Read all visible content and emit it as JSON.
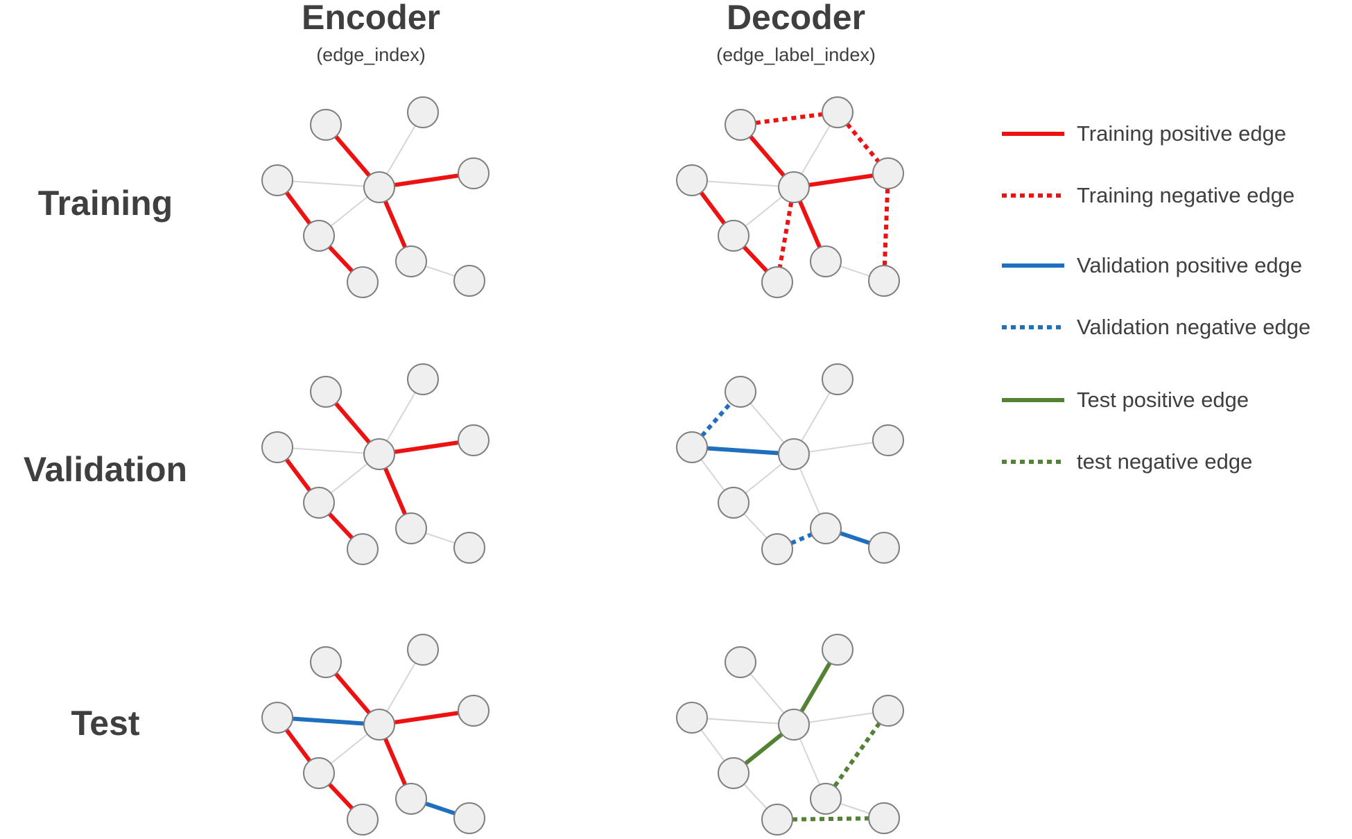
{
  "columns": [
    {
      "title": "Encoder",
      "subtitle": "(edge_index)"
    },
    {
      "title": "Decoder",
      "subtitle": "(edge_label_index)"
    }
  ],
  "rows": [
    {
      "title": "Training"
    },
    {
      "title": "Validation"
    },
    {
      "title": "Test"
    }
  ],
  "colors": {
    "training": "#ee1111",
    "validation": "#1f6fbf",
    "test": "#548235",
    "plain_edge": "#d6d6d6",
    "node_fill": "#efefef",
    "node_stroke": "#7f7f7f"
  },
  "legend": [
    {
      "label": "Training positive edge",
      "color": "#ee1111",
      "style": "solid"
    },
    {
      "label": "Training negative edge",
      "color": "#ee1111",
      "style": "dotted"
    },
    {
      "label": "Validation positive edge",
      "color": "#1f6fbf",
      "style": "solid"
    },
    {
      "label": "Validation negative edge",
      "color": "#1f6fbf",
      "style": "dotted"
    },
    {
      "label": "Test positive edge",
      "color": "#548235",
      "style": "solid"
    },
    {
      "label": "test negative edge",
      "color": "#548235",
      "style": "dotted"
    }
  ],
  "graph": {
    "nodes": [
      "A",
      "B",
      "C",
      "D",
      "E",
      "F",
      "G",
      "H",
      "I"
    ],
    "plain_edges": [
      [
        "B",
        "C"
      ],
      [
        "C",
        "D"
      ],
      [
        "C",
        "E"
      ],
      [
        "G",
        "H"
      ]
    ],
    "panels": [
      {
        "row": 0,
        "col": 0,
        "edges": [
          {
            "from": "A",
            "to": "C",
            "kind": "training",
            "style": "solid"
          },
          {
            "from": "C",
            "to": "F",
            "kind": "training",
            "style": "solid"
          },
          {
            "from": "D",
            "to": "E",
            "kind": "training",
            "style": "solid"
          },
          {
            "from": "E",
            "to": "I",
            "kind": "training",
            "style": "solid"
          },
          {
            "from": "C",
            "to": "G",
            "kind": "training",
            "style": "solid"
          }
        ]
      },
      {
        "row": 0,
        "col": 1,
        "edges": [
          {
            "from": "A",
            "to": "C",
            "kind": "training",
            "style": "solid"
          },
          {
            "from": "C",
            "to": "F",
            "kind": "training",
            "style": "solid"
          },
          {
            "from": "D",
            "to": "E",
            "kind": "training",
            "style": "solid"
          },
          {
            "from": "E",
            "to": "I",
            "kind": "training",
            "style": "solid"
          },
          {
            "from": "C",
            "to": "G",
            "kind": "training",
            "style": "solid"
          },
          {
            "from": "A",
            "to": "B",
            "kind": "training",
            "style": "dotted"
          },
          {
            "from": "B",
            "to": "F",
            "kind": "training",
            "style": "dotted"
          },
          {
            "from": "F",
            "to": "H",
            "kind": "training",
            "style": "dotted"
          },
          {
            "from": "C",
            "to": "I",
            "kind": "training",
            "style": "dotted"
          }
        ]
      },
      {
        "row": 1,
        "col": 0,
        "edges": [
          {
            "from": "A",
            "to": "C",
            "kind": "training",
            "style": "solid"
          },
          {
            "from": "C",
            "to": "F",
            "kind": "training",
            "style": "solid"
          },
          {
            "from": "D",
            "to": "E",
            "kind": "training",
            "style": "solid"
          },
          {
            "from": "E",
            "to": "I",
            "kind": "training",
            "style": "solid"
          },
          {
            "from": "C",
            "to": "G",
            "kind": "training",
            "style": "solid"
          }
        ]
      },
      {
        "row": 1,
        "col": 1,
        "edges": [
          {
            "from": "A",
            "to": "C",
            "kind": "plain",
            "style": "solid"
          },
          {
            "from": "C",
            "to": "F",
            "kind": "plain",
            "style": "solid"
          },
          {
            "from": "D",
            "to": "E",
            "kind": "plain",
            "style": "solid"
          },
          {
            "from": "E",
            "to": "I",
            "kind": "plain",
            "style": "solid"
          },
          {
            "from": "C",
            "to": "G",
            "kind": "plain",
            "style": "solid"
          },
          {
            "from": "D",
            "to": "C",
            "kind": "validation",
            "style": "solid"
          },
          {
            "from": "G",
            "to": "H",
            "kind": "validation",
            "style": "solid"
          },
          {
            "from": "D",
            "to": "A",
            "kind": "validation",
            "style": "dotted"
          },
          {
            "from": "I",
            "to": "G",
            "kind": "validation",
            "style": "dotted"
          }
        ]
      },
      {
        "row": 2,
        "col": 0,
        "edges": [
          {
            "from": "A",
            "to": "C",
            "kind": "training",
            "style": "solid"
          },
          {
            "from": "C",
            "to": "F",
            "kind": "training",
            "style": "solid"
          },
          {
            "from": "D",
            "to": "E",
            "kind": "training",
            "style": "solid"
          },
          {
            "from": "E",
            "to": "I",
            "kind": "training",
            "style": "solid"
          },
          {
            "from": "C",
            "to": "G",
            "kind": "training",
            "style": "solid"
          },
          {
            "from": "D",
            "to": "C",
            "kind": "validation",
            "style": "solid"
          },
          {
            "from": "G",
            "to": "H",
            "kind": "validation",
            "style": "solid"
          }
        ]
      },
      {
        "row": 2,
        "col": 1,
        "edges": [
          {
            "from": "A",
            "to": "C",
            "kind": "plain",
            "style": "solid"
          },
          {
            "from": "C",
            "to": "F",
            "kind": "plain",
            "style": "solid"
          },
          {
            "from": "D",
            "to": "E",
            "kind": "plain",
            "style": "solid"
          },
          {
            "from": "E",
            "to": "I",
            "kind": "plain",
            "style": "solid"
          },
          {
            "from": "C",
            "to": "G",
            "kind": "plain",
            "style": "solid"
          },
          {
            "from": "D",
            "to": "C",
            "kind": "plain",
            "style": "solid"
          },
          {
            "from": "G",
            "to": "H",
            "kind": "plain",
            "style": "solid"
          },
          {
            "from": "E",
            "to": "C",
            "kind": "test",
            "style": "solid"
          },
          {
            "from": "C",
            "to": "B",
            "kind": "test",
            "style": "solid"
          },
          {
            "from": "F",
            "to": "G",
            "kind": "test",
            "style": "dotted"
          },
          {
            "from": "I",
            "to": "H",
            "kind": "test",
            "style": "dotted"
          }
        ]
      }
    ]
  }
}
